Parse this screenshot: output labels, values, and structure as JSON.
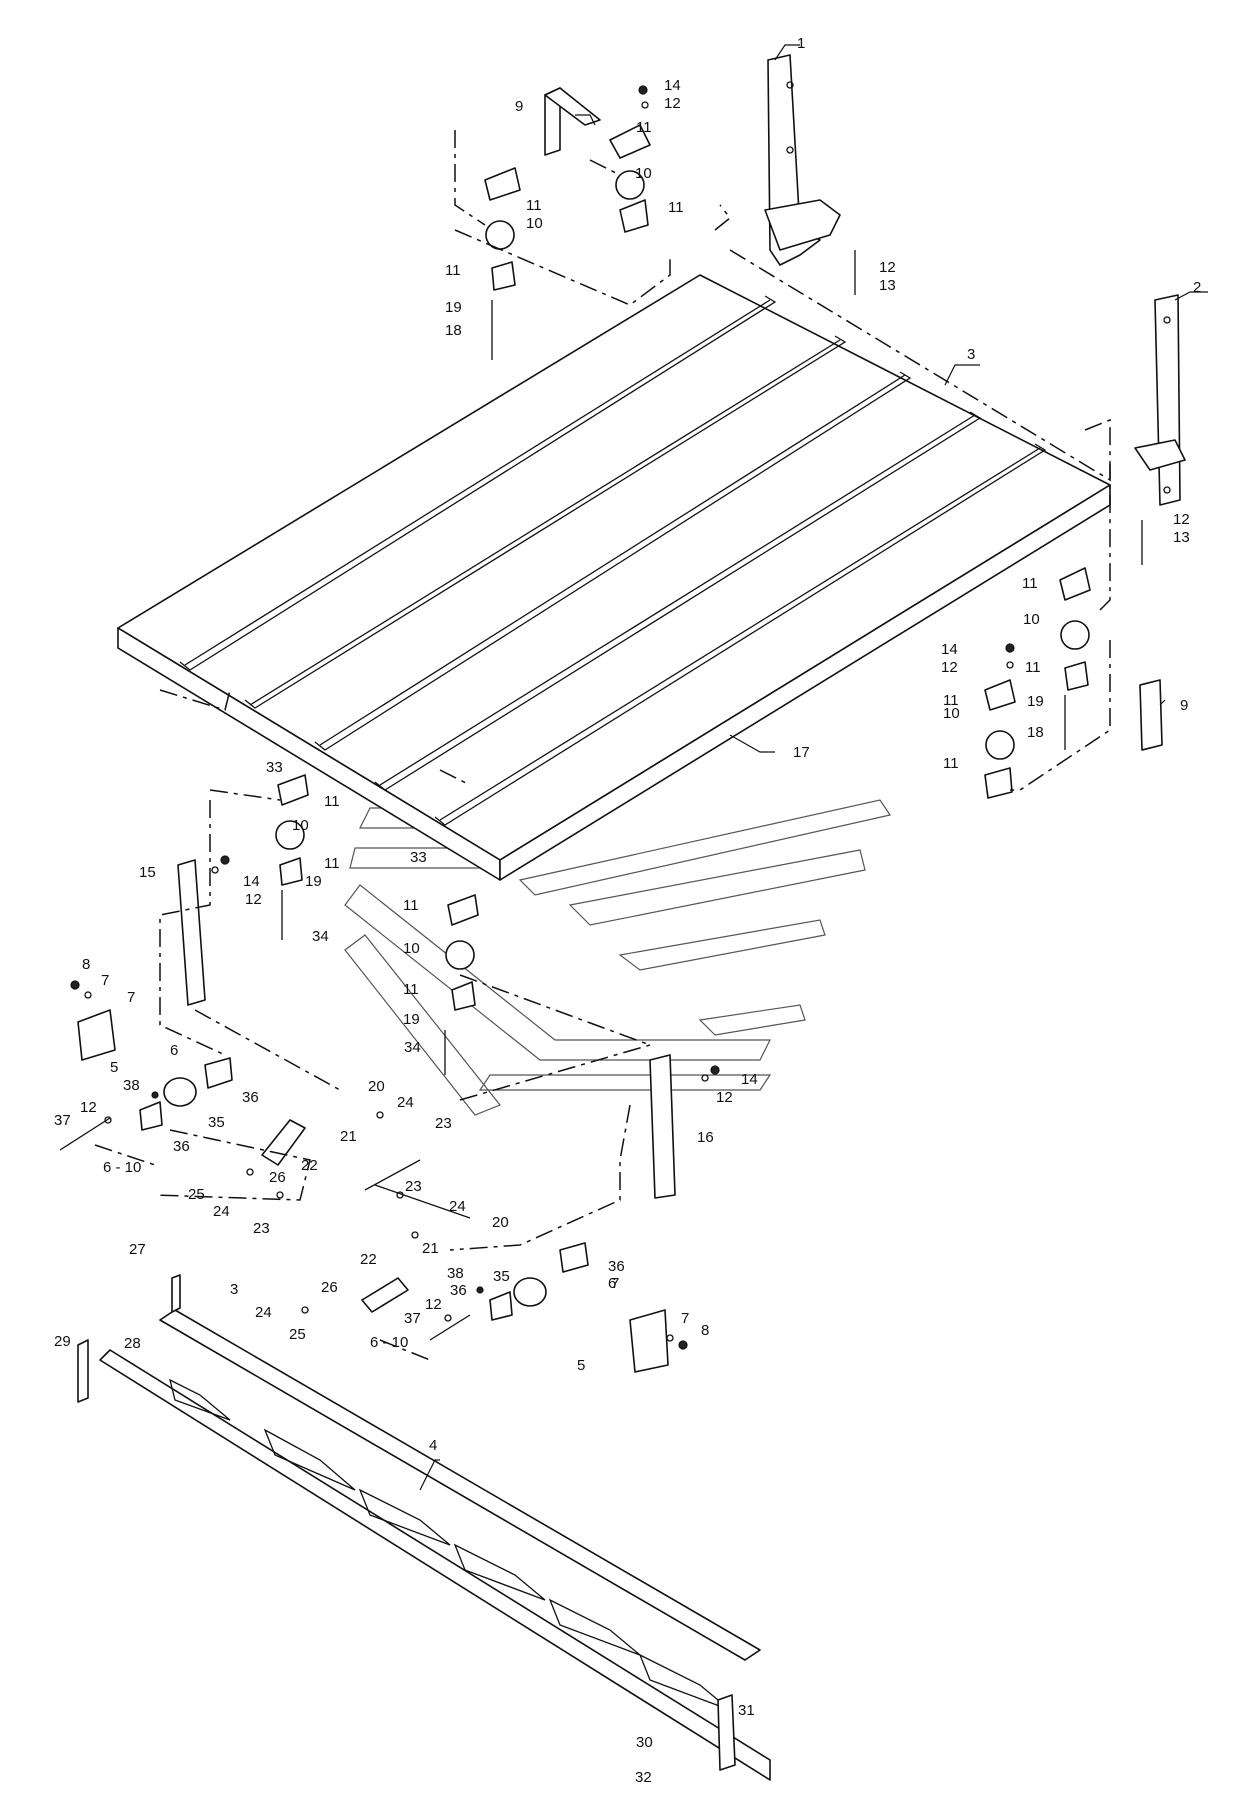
{
  "callouts": [
    {
      "id": "c1",
      "text": "1"
    },
    {
      "id": "c2",
      "text": "2"
    },
    {
      "id": "c3",
      "text": "3"
    },
    {
      "id": "c4",
      "text": "4"
    },
    {
      "id": "c5a",
      "text": "5"
    },
    {
      "id": "c5b",
      "text": "5"
    },
    {
      "id": "c6a",
      "text": "6"
    },
    {
      "id": "c6b",
      "text": "6"
    },
    {
      "id": "c610a",
      "text": "6 - 10"
    },
    {
      "id": "c610b",
      "text": "6 - 10"
    },
    {
      "id": "c7a",
      "text": "7"
    },
    {
      "id": "c7b",
      "text": "7"
    },
    {
      "id": "c7c",
      "text": "7"
    },
    {
      "id": "c7d",
      "text": "7"
    },
    {
      "id": "c8a",
      "text": "8"
    },
    {
      "id": "c8b",
      "text": "8"
    },
    {
      "id": "c9a",
      "text": "9"
    },
    {
      "id": "c9b",
      "text": "9"
    },
    {
      "id": "c10a",
      "text": "10"
    },
    {
      "id": "c10b",
      "text": "10"
    },
    {
      "id": "c10c",
      "text": "10"
    },
    {
      "id": "c10d",
      "text": "10"
    },
    {
      "id": "c10e",
      "text": "10"
    },
    {
      "id": "c10f",
      "text": "10"
    },
    {
      "id": "c11a",
      "text": "11"
    },
    {
      "id": "c11b",
      "text": "11"
    },
    {
      "id": "c11c",
      "text": "11"
    },
    {
      "id": "c11d",
      "text": "11"
    },
    {
      "id": "c11e",
      "text": "11"
    },
    {
      "id": "c11f",
      "text": "11"
    },
    {
      "id": "c11g",
      "text": "11"
    },
    {
      "id": "c11h",
      "text": "11"
    },
    {
      "id": "c11i",
      "text": "11"
    },
    {
      "id": "c11j",
      "text": "11"
    },
    {
      "id": "c11k",
      "text": "11"
    },
    {
      "id": "c11l",
      "text": "11"
    },
    {
      "id": "c12a",
      "text": "12"
    },
    {
      "id": "c12b",
      "text": "12"
    },
    {
      "id": "c12c",
      "text": "12"
    },
    {
      "id": "c12d",
      "text": "12"
    },
    {
      "id": "c12e",
      "text": "12"
    },
    {
      "id": "c12f",
      "text": "12"
    },
    {
      "id": "c12g",
      "text": "12"
    },
    {
      "id": "c12h",
      "text": "12"
    },
    {
      "id": "c13a",
      "text": "13"
    },
    {
      "id": "c13b",
      "text": "13"
    },
    {
      "id": "c14a",
      "text": "14"
    },
    {
      "id": "c14b",
      "text": "14"
    },
    {
      "id": "c14c",
      "text": "14"
    },
    {
      "id": "c14d",
      "text": "14"
    },
    {
      "id": "c15",
      "text": "15"
    },
    {
      "id": "c16",
      "text": "16"
    },
    {
      "id": "c17",
      "text": "17"
    },
    {
      "id": "c18a",
      "text": "18"
    },
    {
      "id": "c18b",
      "text": "18"
    },
    {
      "id": "c19a",
      "text": "19"
    },
    {
      "id": "c19b",
      "text": "19"
    },
    {
      "id": "c19c",
      "text": "19"
    },
    {
      "id": "c19d",
      "text": "19"
    },
    {
      "id": "c20a",
      "text": "20"
    },
    {
      "id": "c20b",
      "text": "20"
    },
    {
      "id": "c21a",
      "text": "21"
    },
    {
      "id": "c21b",
      "text": "21"
    },
    {
      "id": "c22a",
      "text": "22"
    },
    {
      "id": "c22b",
      "text": "22"
    },
    {
      "id": "c23a",
      "text": "23"
    },
    {
      "id": "c23b",
      "text": "23"
    },
    {
      "id": "c23c",
      "text": "23"
    },
    {
      "id": "c23d",
      "text": "3"
    },
    {
      "id": "c24a",
      "text": "24"
    },
    {
      "id": "c24b",
      "text": "24"
    },
    {
      "id": "c24c",
      "text": "24"
    },
    {
      "id": "c24d",
      "text": "24"
    },
    {
      "id": "c25a",
      "text": "25"
    },
    {
      "id": "c25b",
      "text": "25"
    },
    {
      "id": "c26a",
      "text": "26"
    },
    {
      "id": "c26b",
      "text": "26"
    },
    {
      "id": "c27",
      "text": "27"
    },
    {
      "id": "c28",
      "text": "28"
    },
    {
      "id": "c29",
      "text": "29"
    },
    {
      "id": "c30",
      "text": "30"
    },
    {
      "id": "c31",
      "text": "31"
    },
    {
      "id": "c32",
      "text": "32"
    },
    {
      "id": "c33a",
      "text": "33"
    },
    {
      "id": "c33b",
      "text": "33"
    },
    {
      "id": "c34a",
      "text": "34"
    },
    {
      "id": "c34b",
      "text": "34"
    },
    {
      "id": "c35a",
      "text": "35"
    },
    {
      "id": "c35b",
      "text": "35"
    },
    {
      "id": "c36a",
      "text": "36"
    },
    {
      "id": "c36b",
      "text": "36"
    },
    {
      "id": "c36c",
      "text": "36"
    },
    {
      "id": "c36d",
      "text": "36"
    },
    {
      "id": "c37a",
      "text": "37"
    },
    {
      "id": "c37b",
      "text": "37"
    },
    {
      "id": "c38a",
      "text": "38"
    },
    {
      "id": "c38b",
      "text": "38"
    }
  ]
}
